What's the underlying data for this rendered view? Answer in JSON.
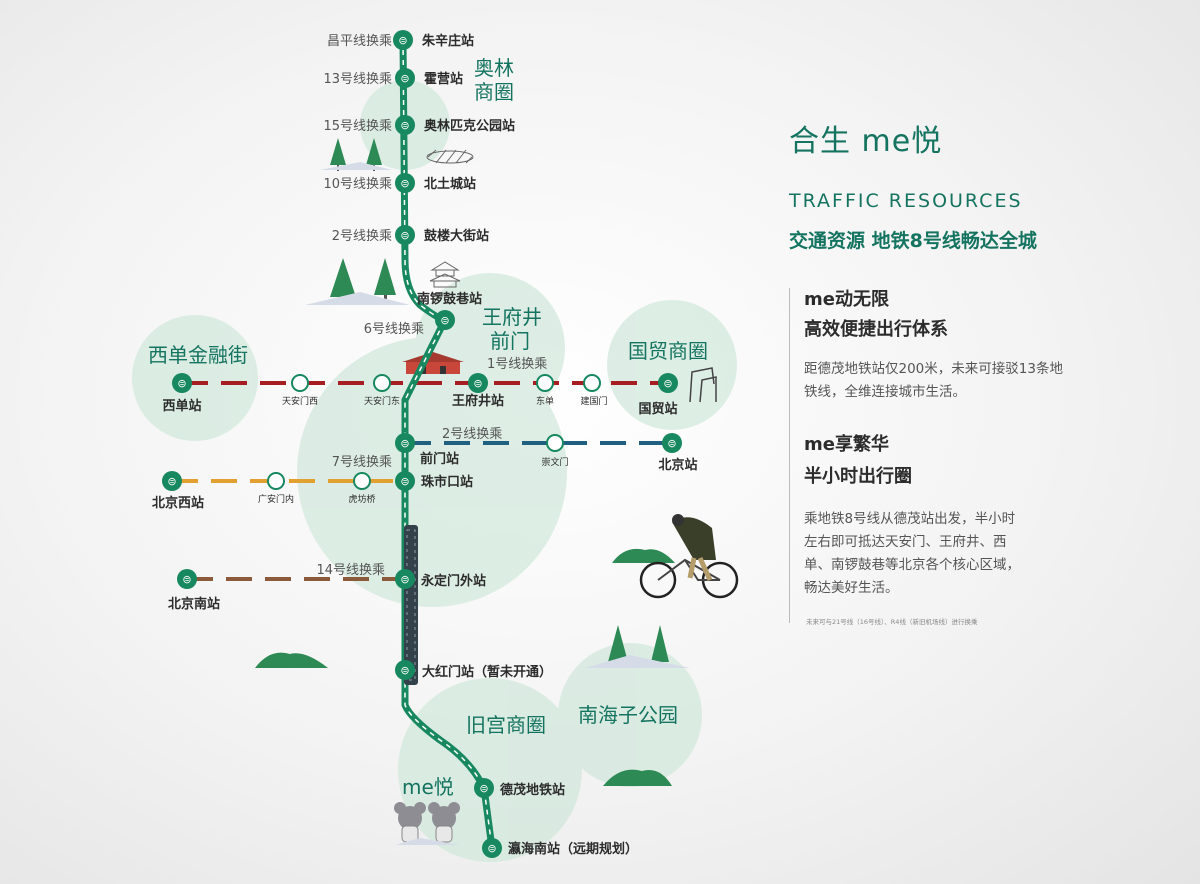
{
  "panel": {
    "title": "合生 me悦",
    "subtitle_en": "TRAFFIC RESOURCES",
    "subtitle_cn": "交通资源  地铁8号线畅达全城",
    "section1": {
      "heading1": "me动无限",
      "heading2": "高效便捷出行体系",
      "body": "距德茂地铁站仅200米，未来可接驳13条地铁线，全维连接城市生活。"
    },
    "section2": {
      "heading1": "me享繁华",
      "heading2": "半小时出行圈",
      "body": "乘地铁8号线从德茂站出发，半小时左右即可抵达天安门、王府井、西单、南锣鼓巷等北京各个核心区域，畅达美好生活。"
    },
    "footnote": "未来可与21号线（16号线）、R4线（新旧机场线）进行换乘"
  },
  "colors": {
    "accent": "#157460",
    "line8": "#17885f",
    "line1": "#a61e22",
    "line2": "#1f5f80",
    "line7": "#e2a030",
    "line14": "#8a5a3b"
  },
  "map": {
    "areas": {
      "aolin": "奥林\n商圈",
      "wangfujing": "王府井\n前门",
      "xidan": "西单金融街",
      "guomao": "国贸商圈",
      "jiugong": "旧宫商圈",
      "nanhaizi": "南海子公园",
      "meyue": "me悦"
    },
    "line8_stations": [
      {
        "name": "朱辛庄站",
        "transfer": "昌平线换乘"
      },
      {
        "name": "霍营站",
        "transfer": "13号线换乘"
      },
      {
        "name": "奥林匹克公园站",
        "transfer": "15号线换乘"
      },
      {
        "name": "北土城站",
        "transfer": "10号线换乘"
      },
      {
        "name": "鼓楼大街站",
        "transfer": "2号线换乘"
      },
      {
        "name": "南锣鼓巷站",
        "transfer": "6号线换乘"
      },
      {
        "name": "王府井站",
        "transfer": "1号线换乘"
      },
      {
        "name": "前门站",
        "transfer": "2号线换乘"
      },
      {
        "name": "珠市口站",
        "transfer": "7号线换乘"
      },
      {
        "name": "永定门外站",
        "transfer": "14号线换乘"
      },
      {
        "name": "大红门站（暂未开通）",
        "transfer": ""
      },
      {
        "name": "德茂地铁站",
        "transfer": ""
      },
      {
        "name": "瀛海南站（远期规划）",
        "transfer": ""
      }
    ],
    "line1_stations": [
      "西单站",
      "天安门西",
      "天安门东",
      "东单",
      "建国门",
      "国贸站"
    ],
    "line2_stations": [
      "崇文门",
      "北京站"
    ],
    "line7_stations": [
      "北京西站",
      "广安门内",
      "虎坊桥"
    ],
    "line14_stations": [
      "北京南站"
    ]
  }
}
